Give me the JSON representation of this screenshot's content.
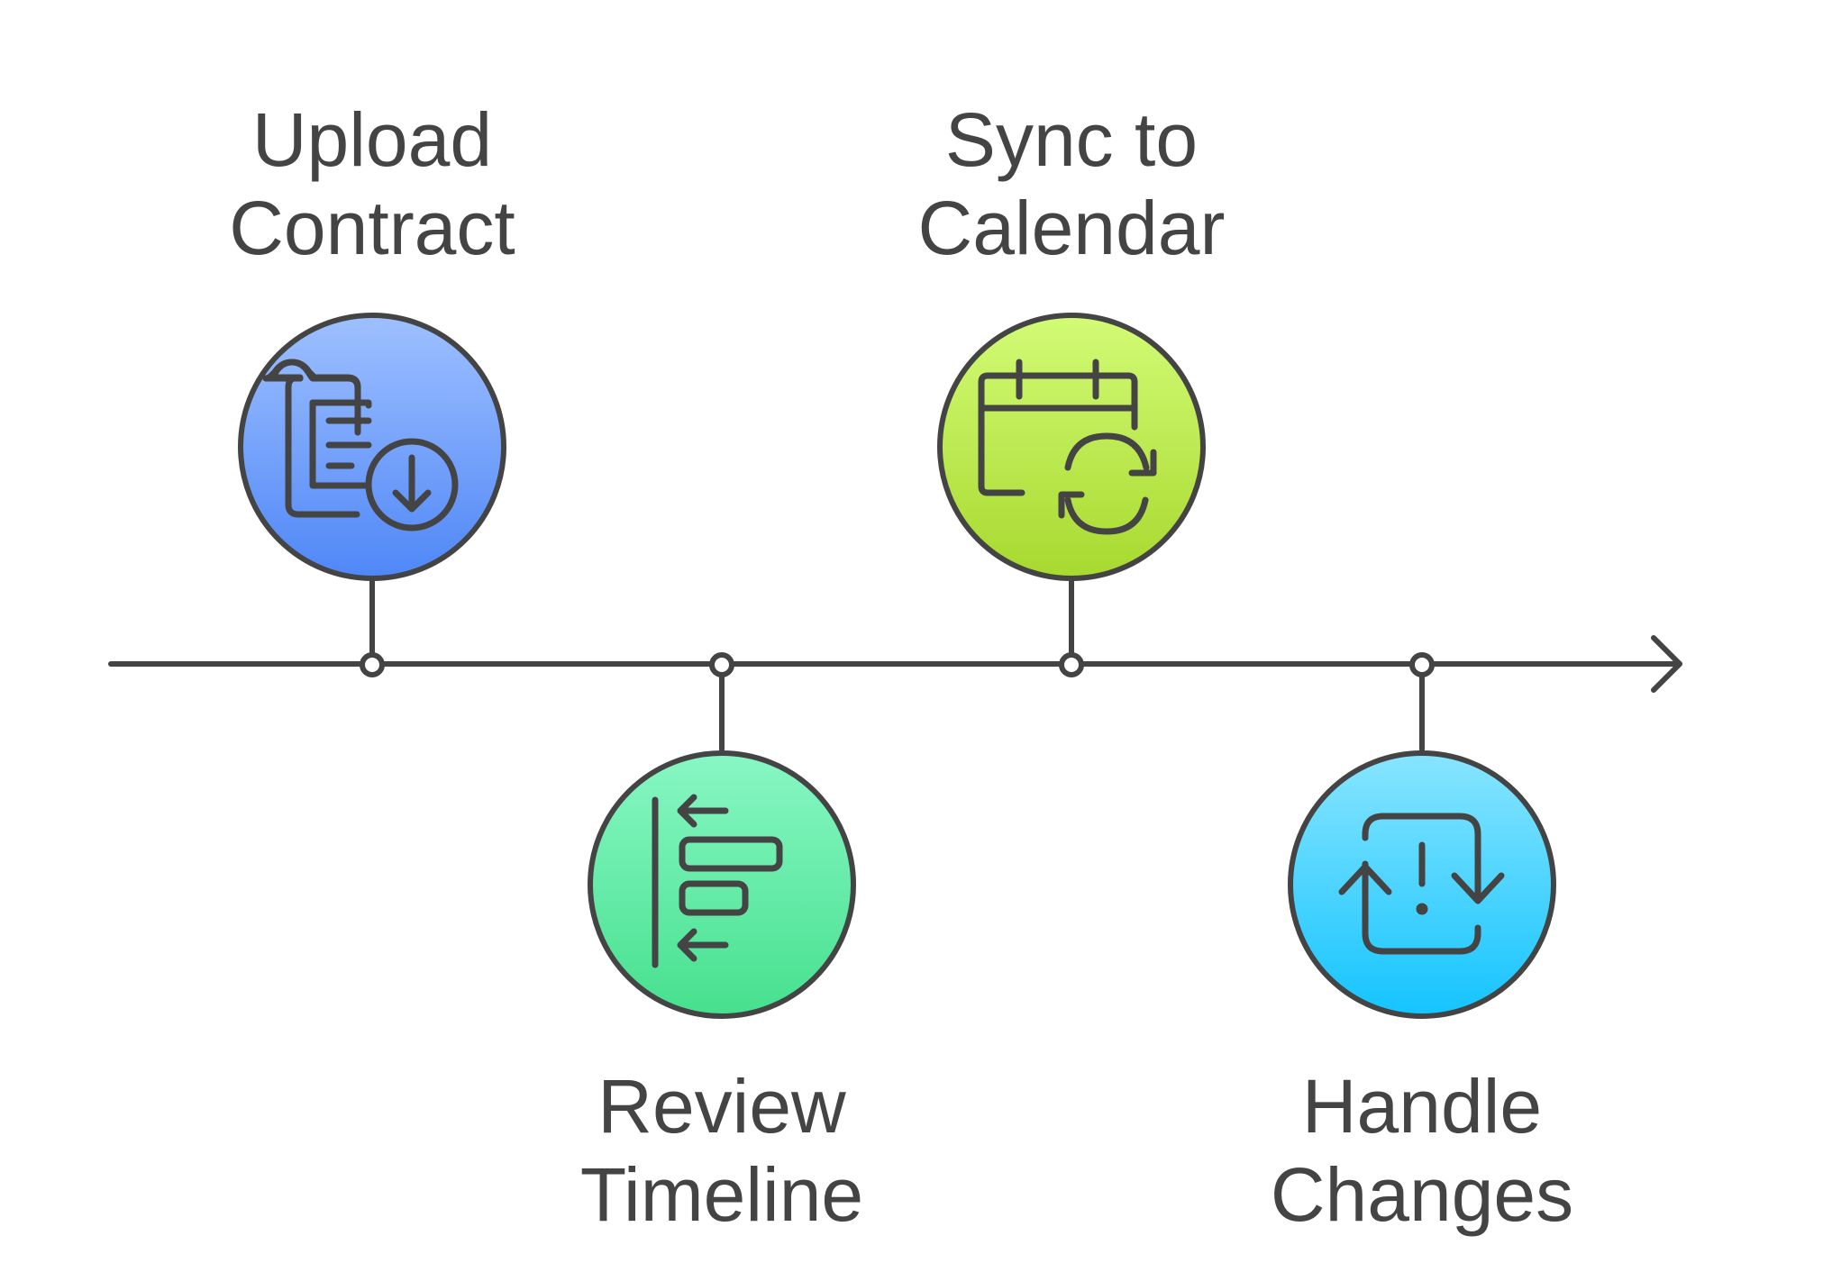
{
  "timeline": {
    "steps": [
      {
        "title_line1": "Upload",
        "title_line2": "Contract",
        "icon": "clipboard-download-icon",
        "position": "above",
        "colors": [
          "#9ec0ff",
          "#4f87f7"
        ]
      },
      {
        "title_line1": "Review",
        "title_line2": "Timeline",
        "icon": "timeline-align-left-icon",
        "position": "below",
        "colors": [
          "#88f7c4",
          "#46e08e"
        ]
      },
      {
        "title_line1": "Sync to",
        "title_line2": "Calendar",
        "icon": "calendar-sync-icon",
        "position": "above",
        "colors": [
          "#d3fb76",
          "#a7d92f"
        ]
      },
      {
        "title_line1": "Handle",
        "title_line2": "Changes",
        "icon": "alert-exchange-icon",
        "position": "below",
        "colors": [
          "#88e5ff",
          "#14c4ff"
        ]
      }
    ],
    "stroke_color": "#444444"
  }
}
